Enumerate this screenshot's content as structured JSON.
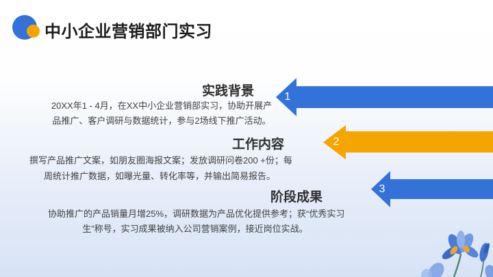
{
  "slide": {
    "title": "中小企业营销部门实习",
    "colors": {
      "blue": "#3272d9",
      "orange": "#f6a400",
      "background_bottom": "#d7e3f5",
      "heading_text": "#2f2f2f",
      "body_text": "#404040",
      "arrow_number_text": "#ffffff"
    },
    "decorations": {
      "title_dot_large": "blue-circle",
      "title_dot_small": "orange-circle",
      "corner_art": "blue-iris-watercolor-flowers"
    },
    "sections": [
      {
        "num": "1",
        "heading": "实践背景",
        "arrow_color": "blue",
        "body_lines": [
          "20XX年1 - 4月，在XX中小企业营销部实习，协助开展产",
          "品推广、客户调研与数据统计，参与2场线下推广活动。"
        ]
      },
      {
        "num": "2",
        "heading": "工作内容",
        "arrow_color": "orange",
        "body_lines": [
          "撰写产品推广文案，如朋友圈海报文案；发放调研问卷200 +份；每",
          "周统计推广数据，如曝光量、转化率等，并输出简易报告。"
        ]
      },
      {
        "num": "3",
        "heading": "阶段成果",
        "arrow_color": "blue",
        "body_lines": [
          "协助推广的产品销量月增25%，调研数据为产品优化提供参考；获“优秀实习",
          "生”称号，实习成果被纳入公司营销案例，接近岗位实战。"
        ]
      }
    ]
  }
}
